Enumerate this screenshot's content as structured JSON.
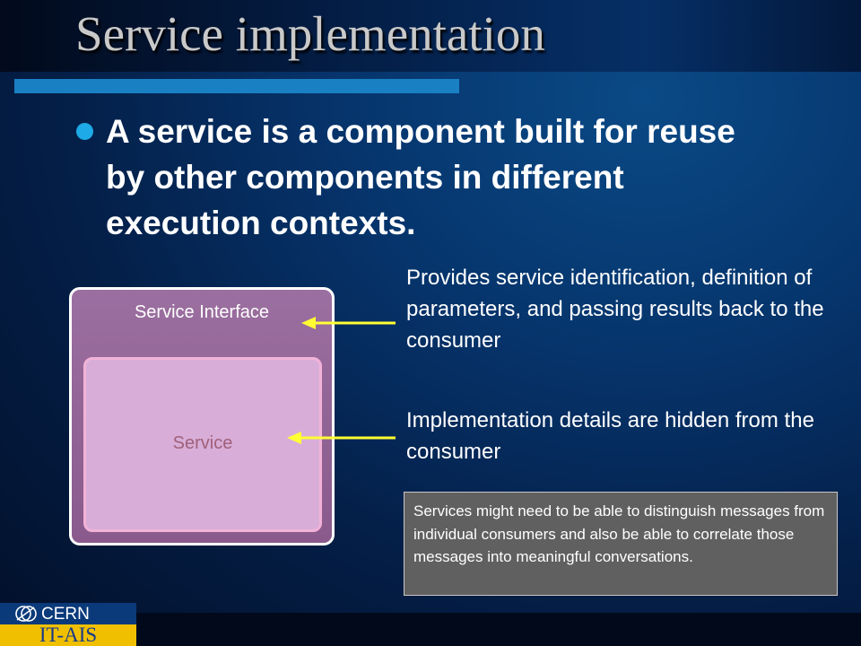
{
  "slide": {
    "title": "Service implementation",
    "bullet": "A service is a component built for reuse by other components in different execution contexts."
  },
  "diagram": {
    "interface_label": "Service Interface",
    "service_label": "Service",
    "interface_description": "Provides service identification, definition of parameters, and passing results back to the consumer",
    "service_description": "Implementation details are hidden from the consumer",
    "note": "Services might need to be able to distinguish messages from individual consumers and also be able to correlate those messages into meaningful conversations."
  },
  "footer": {
    "org": "CERN",
    "dept": "IT-AIS"
  },
  "colors": {
    "accent": "#1a80c4",
    "bullet": "#1eaae6",
    "arrow": "#ffff33",
    "interface_fill": "#8a5a8c",
    "service_fill": "#d8aed8"
  },
  "icons": {
    "bullet": "bullet-dot-icon",
    "cern": "cern-logo-icon"
  }
}
